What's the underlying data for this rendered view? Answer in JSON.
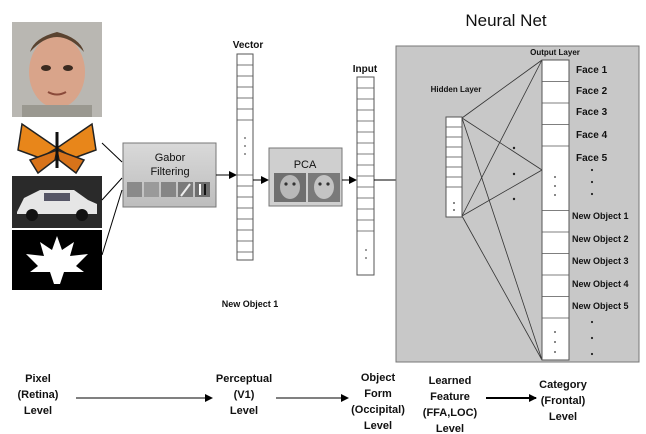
{
  "title": "Neural Net",
  "gabor": {
    "label_line1": "Gabor",
    "label_line2": "Filtering"
  },
  "pca": {
    "label": "PCA"
  },
  "vector": {
    "label": "Vector",
    "caption": "New Object 1"
  },
  "input": {
    "label": "Input"
  },
  "hidden_layer": {
    "label": "Hidden Layer"
  },
  "output_layer": {
    "label": "Output Layer",
    "faces": [
      "Face 1",
      "Face 2",
      "Face 3",
      "Face 4",
      "Face 5"
    ],
    "objects": [
      "New Object 1",
      "New Object 2",
      "New Object 3",
      "New Object 4",
      "New Object 5"
    ]
  },
  "levels": {
    "pixel": [
      "Pixel",
      "(Retina)",
      "Level"
    ],
    "perceptual": [
      "Perceptual",
      "(V1)",
      "Level"
    ],
    "object_form": [
      "Object",
      "Form",
      "(Occipital)",
      "Level"
    ],
    "learned_feature": [
      "Learned",
      "Feature",
      "(FFA,LOC)",
      "Level"
    ],
    "category": [
      "Category",
      "(Frontal)",
      "Level"
    ]
  },
  "colors": {
    "net_panel": "#c8c8c8",
    "gabor_box": "#cfcfcf",
    "butterfly_orange": "#e8861a",
    "car_bg": "#2a2a2a",
    "leaf_bg": "#000000"
  },
  "icons": [
    "face-photo",
    "butterfly-photo",
    "car-photo",
    "leaf-silhouette",
    "gabor-filter-patches",
    "pca-face-thumbnails"
  ]
}
